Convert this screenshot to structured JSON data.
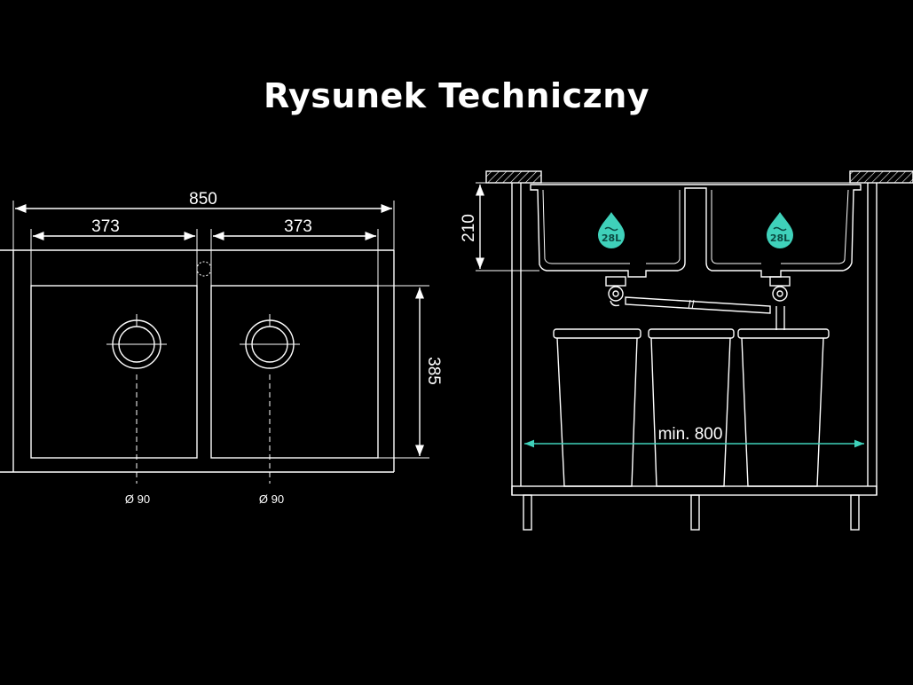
{
  "title": "Rysunek Techniczny",
  "top_view": {
    "overall_width": "850",
    "bowl_left_width": "373",
    "bowl_right_width": "373",
    "bowl_depth": "385",
    "drain_left": "Ø 90",
    "drain_right": "Ø 90"
  },
  "side_view": {
    "depth": "210",
    "bin_label_1": "28L",
    "bin_label_2": "28L",
    "cabinet_width": "min. 800"
  },
  "colors": {
    "background": "#000000",
    "lines": "#ffffff",
    "accent": "#3fd1ba"
  }
}
